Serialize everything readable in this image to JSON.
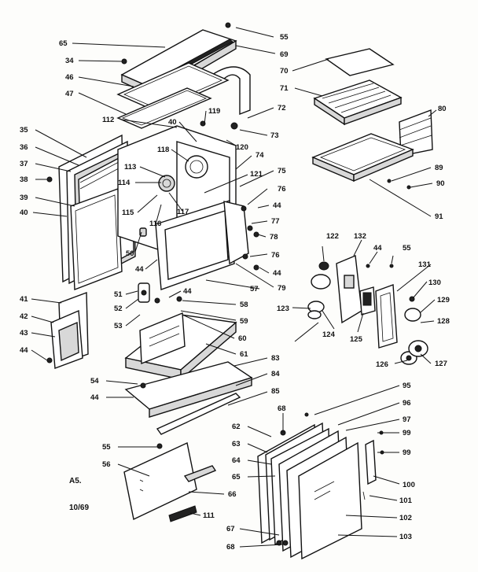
{
  "labels": {
    "l55a": "55",
    "l65": "65",
    "l69": "69",
    "l34": "34",
    "l46": "46",
    "l47": "47",
    "l70": "70",
    "l71": "71",
    "l72": "72",
    "l73": "73",
    "l80": "80",
    "l112": "112",
    "l119": "119",
    "l40a": "40",
    "l120": "120",
    "l35": "35",
    "l36": "36",
    "l37": "37",
    "l38": "38",
    "l39": "39",
    "l40b": "40",
    "l118": "118",
    "l113": "113",
    "l114": "114",
    "l115": "115",
    "l117": "117",
    "l116": "116",
    "l74": "74",
    "l121": "121",
    "l75": "75",
    "l76a": "76",
    "l44a": "44",
    "l77": "77",
    "l78": "78",
    "l89": "89",
    "l90": "90",
    "l91": "91",
    "l50": "50",
    "l44b": "44",
    "l76b": "76",
    "l44c": "44",
    "l57": "57",
    "l79": "79",
    "l51": "51",
    "l44d": "44",
    "l52": "52",
    "l58": "58",
    "l59": "59",
    "l53": "53",
    "l60": "60",
    "l41": "41",
    "l42": "42",
    "l43": "43",
    "l44e": "44",
    "l61": "61",
    "l122": "122",
    "l132": "132",
    "l44f": "44",
    "l55b": "55",
    "l131": "131",
    "l130": "130",
    "l129": "129",
    "l128": "128",
    "l123": "123",
    "l124": "124",
    "l125": "125",
    "l126": "126",
    "l127": "127",
    "l83": "83",
    "l84": "84",
    "l54": "54",
    "l44g": "44",
    "l85": "85",
    "l95": "95",
    "l96": "96",
    "l68a": "68",
    "l97": "97",
    "l62": "62",
    "l99a": "99",
    "l63": "63",
    "l99b": "99",
    "l64": "64",
    "l65b": "65",
    "l100": "100",
    "l101": "101",
    "l102": "102",
    "l103": "103",
    "l55c": "55",
    "l56": "56",
    "l66": "66",
    "l111": "111",
    "l67": "67",
    "l68b": "68"
  },
  "notes": {
    "model": "A5.",
    "date": "10/69"
  }
}
